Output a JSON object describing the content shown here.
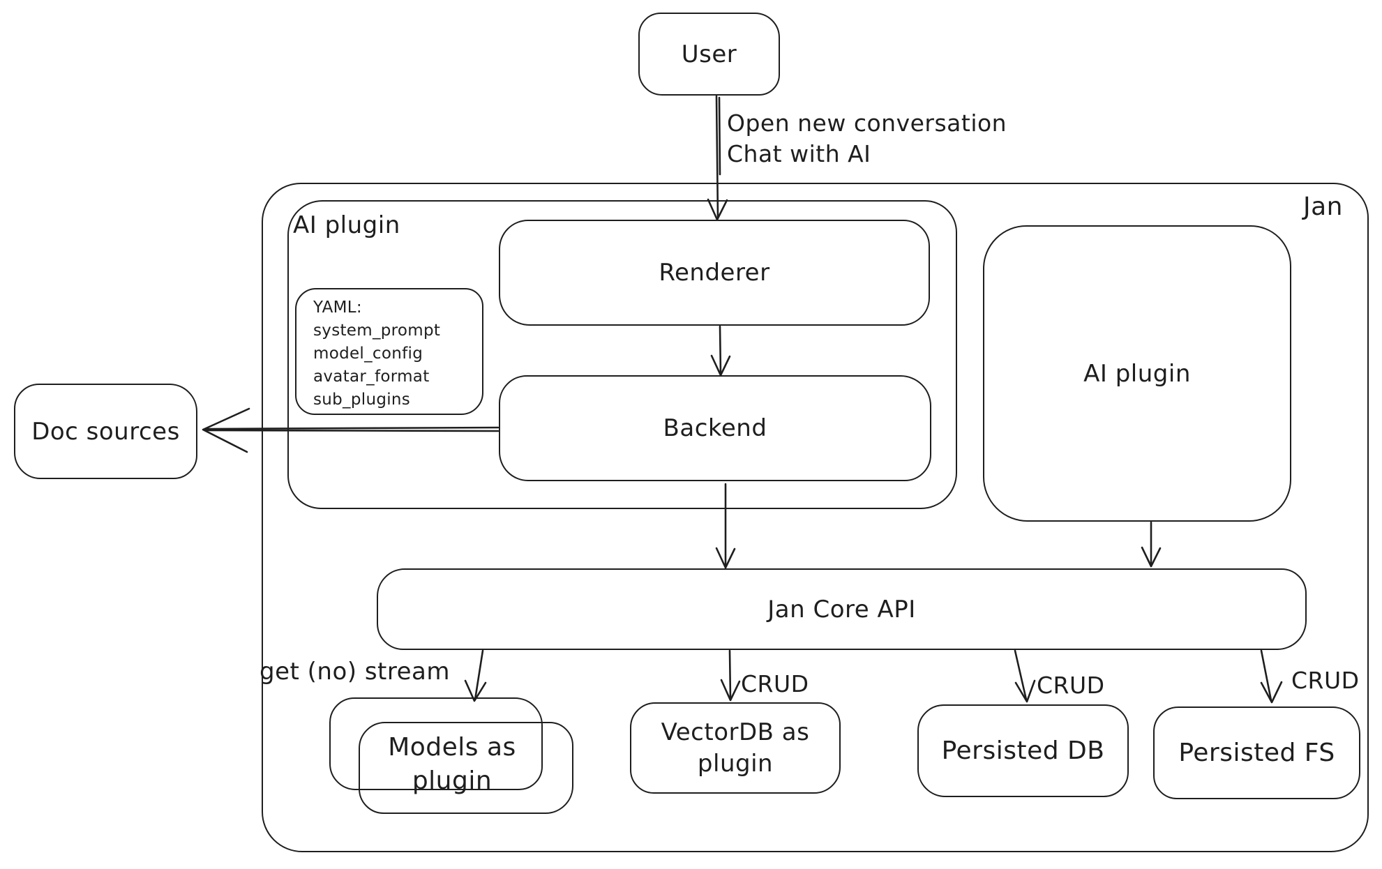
{
  "diagram_title": "Jan architecture diagram",
  "colors": {
    "stroke": "#1e1e1e",
    "background": "#ffffff"
  },
  "nodes": {
    "user": "User",
    "jan_container": "Jan",
    "ai_plugin_container": "AI plugin",
    "renderer": "Renderer",
    "backend": "Backend",
    "ai_plugin_right": "AI plugin",
    "doc_sources": "Doc sources",
    "jan_core_api": "Jan Core API",
    "models_as_plugin": "Models as\nplugin",
    "vectordb_as_plugin": "VectorDB as\nplugin",
    "persisted_db": "Persisted DB",
    "persisted_fs": "Persisted FS"
  },
  "yaml_note": {
    "lines": [
      "YAML:",
      "system_prompt",
      "model_config",
      "avatar_format",
      "sub_plugins"
    ]
  },
  "edges": {
    "user_to_renderer_line1": "Open new conversation",
    "user_to_renderer_line2": "Chat with AI",
    "get_no_stream": "get (no) stream",
    "crud_vectordb": "CRUD",
    "crud_persisted_db": "CRUD",
    "crud_persisted_fs": "CRUD"
  }
}
